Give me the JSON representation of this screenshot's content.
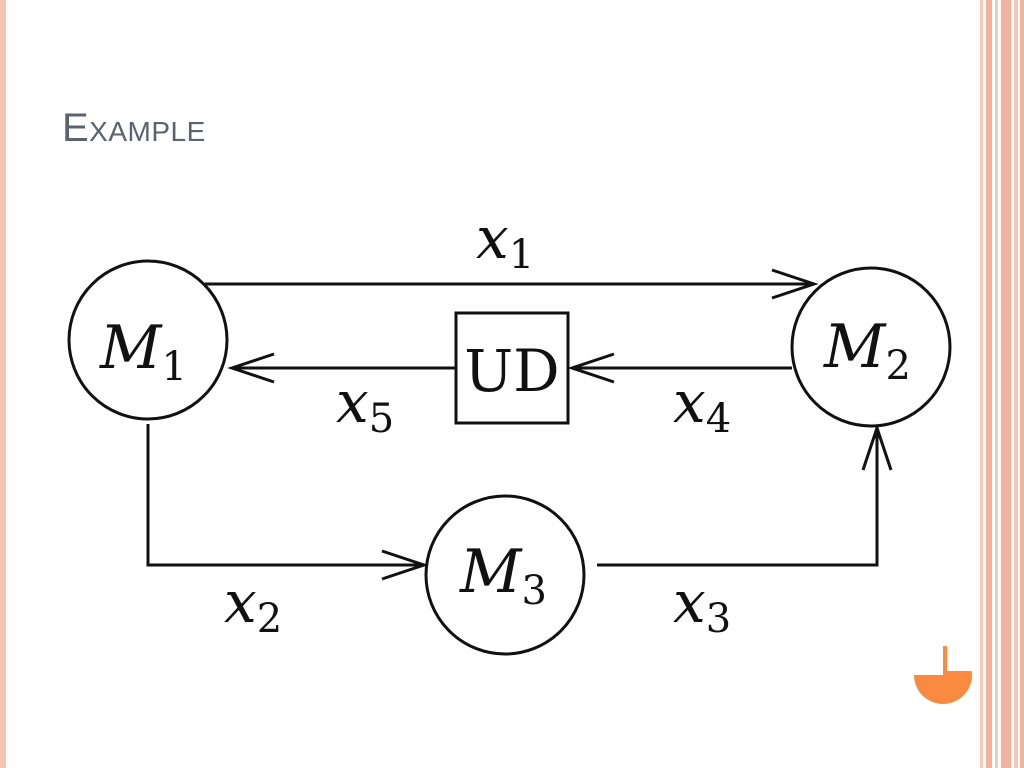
{
  "slide": {
    "title": "Example"
  },
  "nodes": {
    "m1": {
      "base": "M",
      "sub": "1"
    },
    "m2": {
      "base": "M",
      "sub": "2"
    },
    "m3": {
      "base": "M",
      "sub": "3"
    },
    "ud": {
      "label": "UD"
    }
  },
  "edges": {
    "x1": {
      "base": "x",
      "sub": "1"
    },
    "x2": {
      "base": "x",
      "sub": "2"
    },
    "x3": {
      "base": "x",
      "sub": "3"
    },
    "x4": {
      "base": "x",
      "sub": "4"
    },
    "x5": {
      "base": "x",
      "sub": "5"
    }
  },
  "colors": {
    "title": "#5a6470",
    "stroke": "#111111",
    "accent": "#f98a3f",
    "stripe_light": "#f7c7b7",
    "stripe_dark": "#f4b19c"
  },
  "icons": {
    "corner": "pie-badge-icon"
  }
}
